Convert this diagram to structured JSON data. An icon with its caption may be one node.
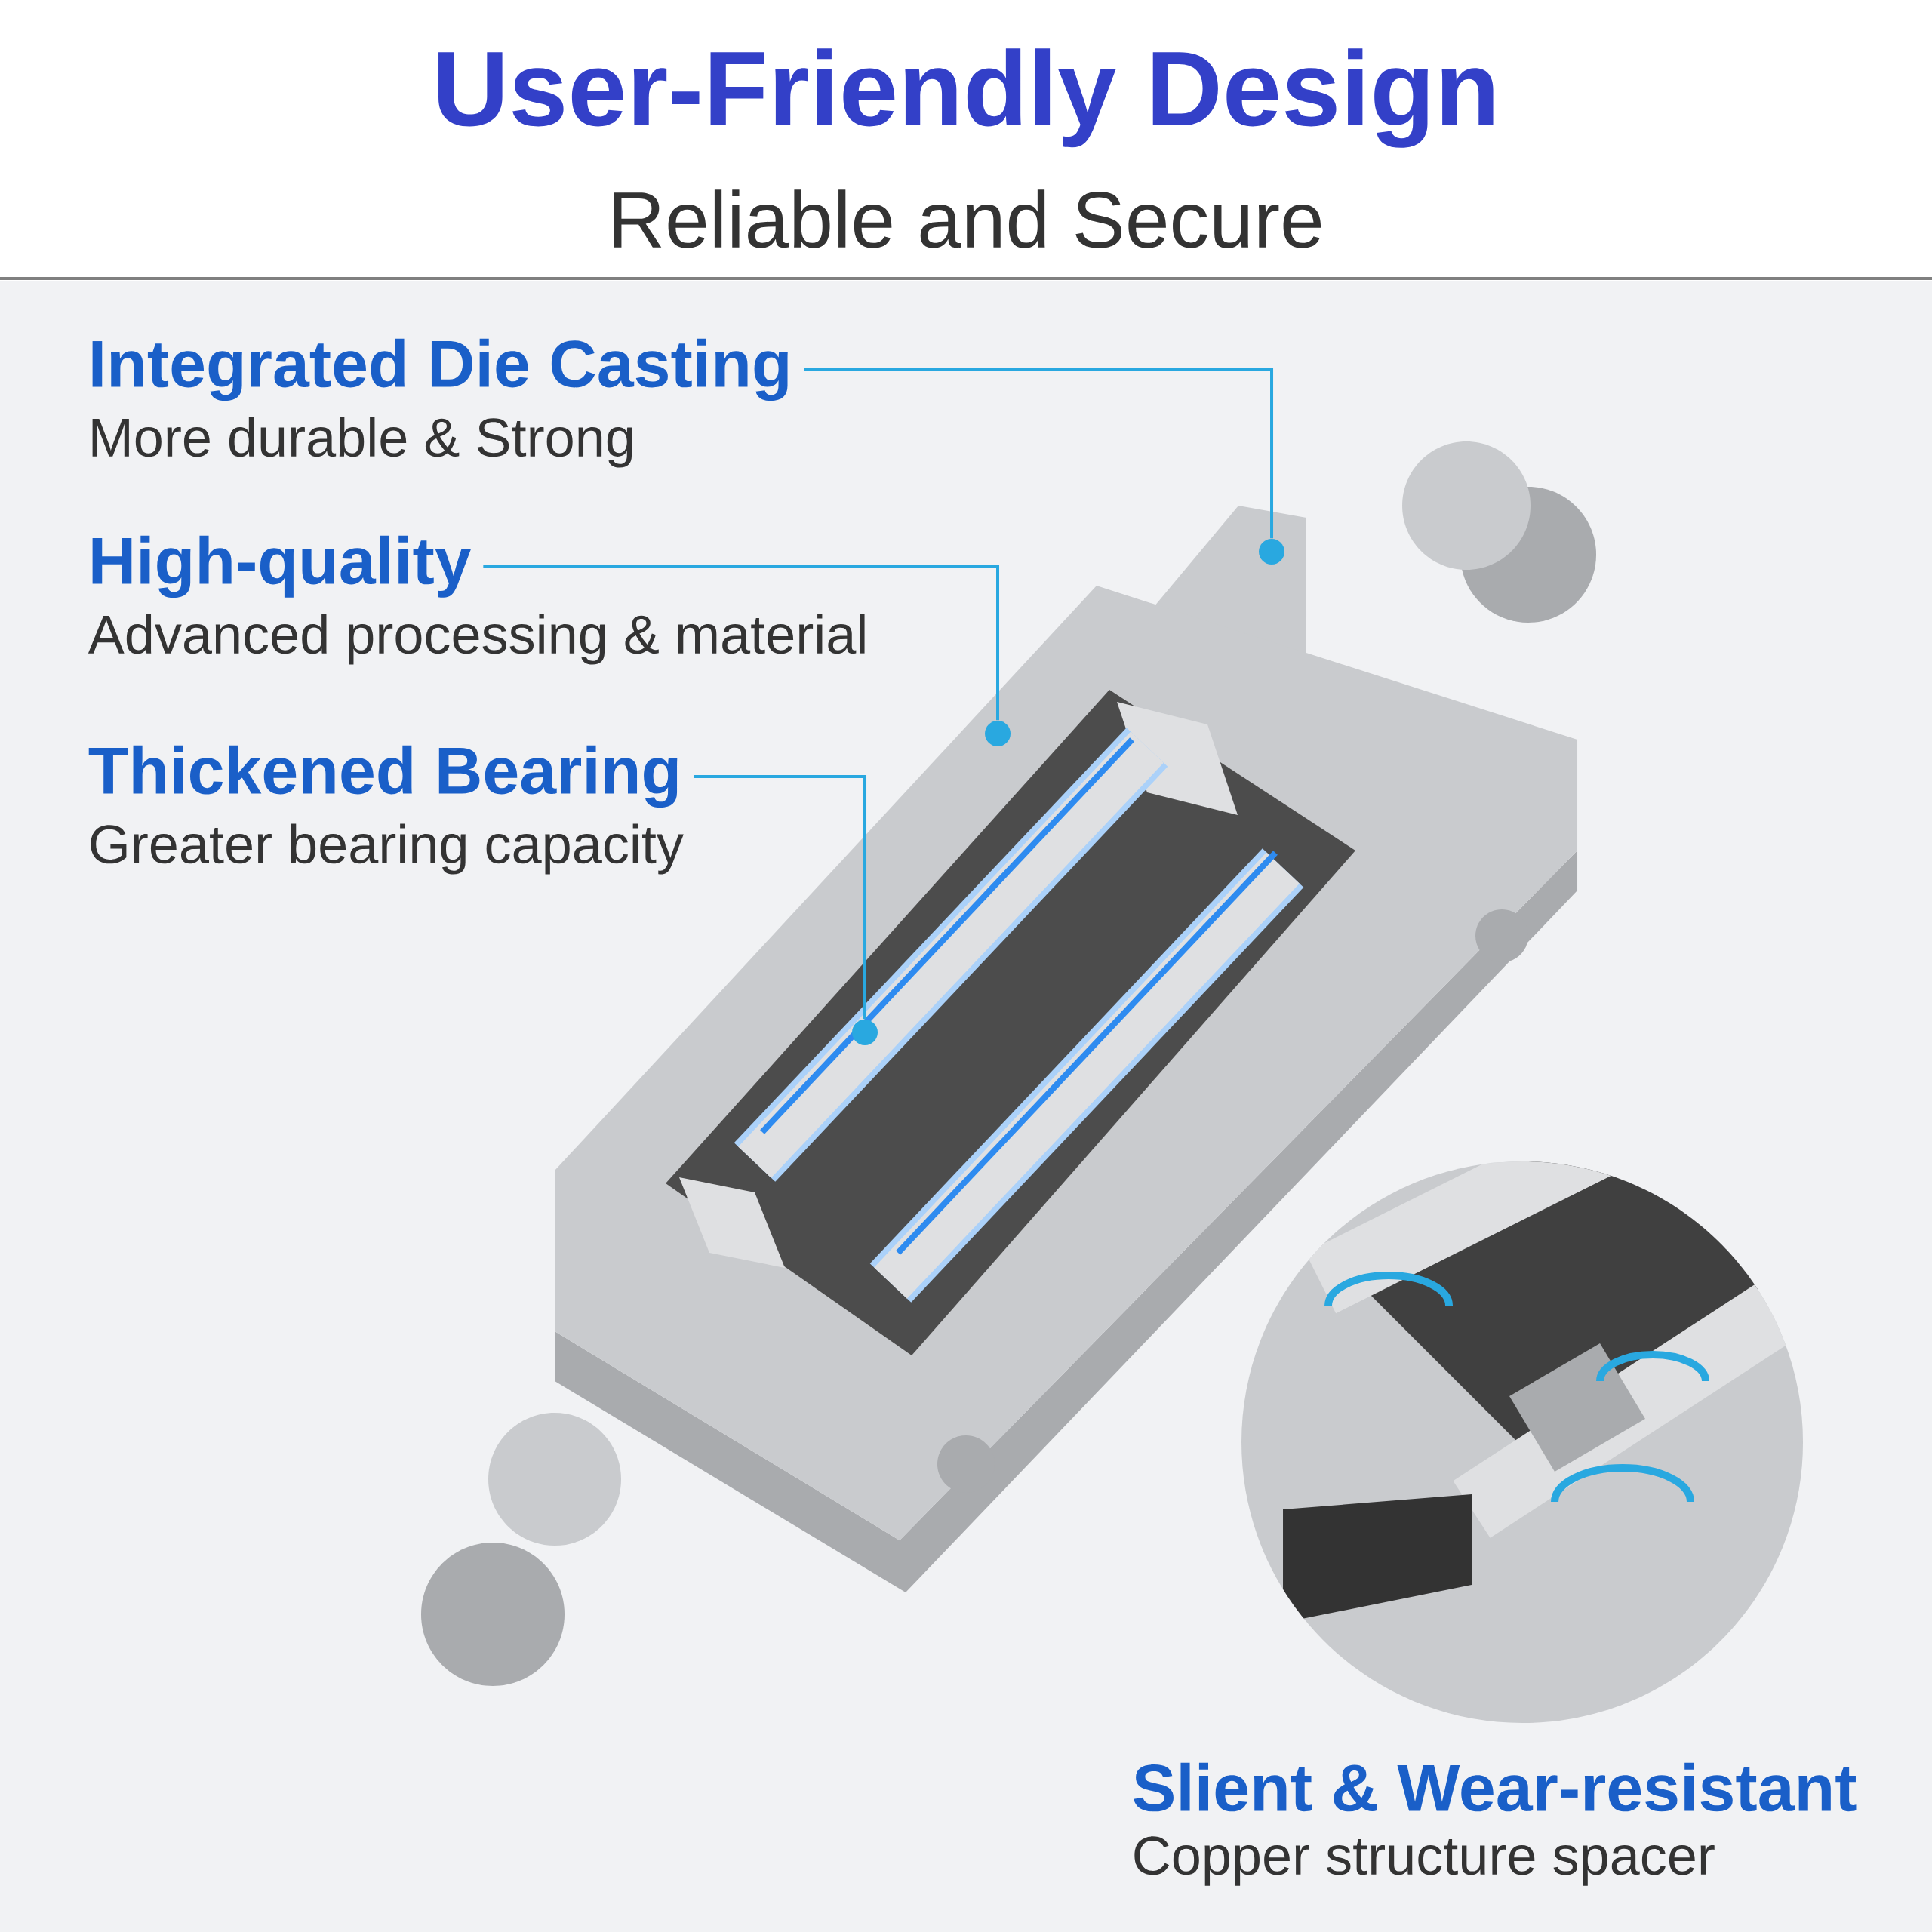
{
  "diagram": {
    "title": "User-Friendly Design",
    "nodes": [
      {
        "text": [
          "Integrated Die Casting",
          "More durable & Strong"
        ]
      },
      {
        "text": [
          "High-quality",
          "Advanced processing & material"
        ]
      },
      {
        "text": [
          "Thickened Bearing",
          "Greater bearing capacity"
        ]
      },
      {
        "text": [],
        "shape": "circle"
      },
      {
        "text": [],
        "shape": "circle"
      },
      {
        "text": [],
        "shape": "circle"
      }
    ],
    "edges": [
      {
        "from": 0,
        "to": 3,
        "arrow": "none"
      },
      {
        "from": 1,
        "to": 4,
        "arrow": "none"
      },
      {
        "from": 2,
        "to": 5,
        "arrow": "none"
      }
    ],
    "labels": [
      "Reliable and Secure",
      "Slient & Wear-resistant",
      "Copper structure spacer"
    ]
  }
}
